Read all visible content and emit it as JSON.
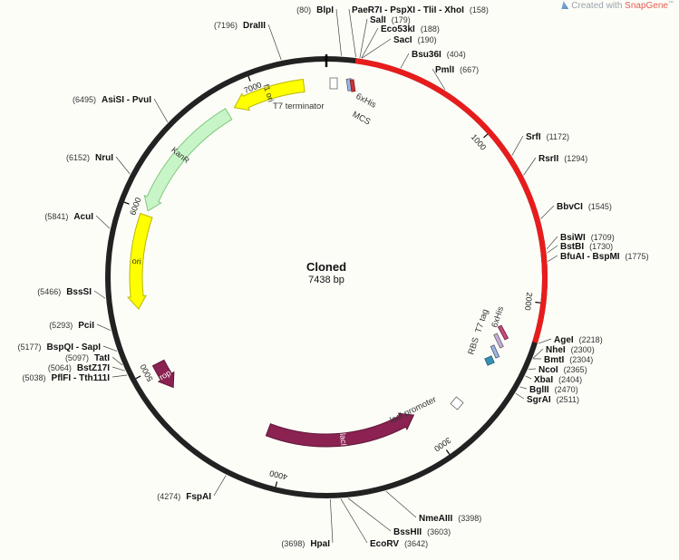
{
  "watermark": {
    "prefix": "Created with",
    "brand": "SnapGene",
    "tm": "™"
  },
  "map": {
    "name": "Cloned",
    "length_label": "7438 bp",
    "length": 7438,
    "insert": {
      "start": 158,
      "end": 2218
    },
    "colors": {
      "backbone": "#222222",
      "insert": "#e81c1c",
      "label": "#111111",
      "number": "#333333",
      "tick_label": "#222222",
      "leader": "#444444"
    },
    "ruler": [
      {
        "pos": 1000,
        "label": "1000"
      },
      {
        "pos": 2000,
        "label": "2000"
      },
      {
        "pos": 3000,
        "label": "3000"
      },
      {
        "pos": 4000,
        "label": "4000"
      },
      {
        "pos": 5000,
        "label": "5000"
      },
      {
        "pos": 6000,
        "label": "6000"
      },
      {
        "pos": 7000,
        "label": "7000"
      }
    ],
    "sites": [
      {
        "name": "BlpI",
        "pos": 80,
        "num": "(80)"
      },
      {
        "name": "PaeR7I - PspXI - TliI - XhoI",
        "pos": 158,
        "num": "(158)"
      },
      {
        "name": "SalI",
        "pos": 179,
        "num": "(179)"
      },
      {
        "name": "Eco53kI",
        "pos": 188,
        "num": "(188)"
      },
      {
        "name": "SacI",
        "pos": 190,
        "num": "(190)"
      },
      {
        "name": "Bsu36I",
        "pos": 404,
        "num": "(404)"
      },
      {
        "name": "PmlI",
        "pos": 667,
        "num": "(667)"
      },
      {
        "name": "SrfI",
        "pos": 1172,
        "num": "(1172)"
      },
      {
        "name": "RsrII",
        "pos": 1294,
        "num": "(1294)"
      },
      {
        "name": "BbvCI",
        "pos": 1545,
        "num": "(1545)"
      },
      {
        "name": "BsiWI",
        "pos": 1709,
        "num": "(1709)"
      },
      {
        "name": "BstBI",
        "pos": 1730,
        "num": "(1730)"
      },
      {
        "name": "BfuAI - BspMI",
        "pos": 1775,
        "num": "(1775)"
      },
      {
        "name": "AgeI",
        "pos": 2218,
        "num": "(2218)"
      },
      {
        "name": "NheI",
        "pos": 2300,
        "num": "(2300)"
      },
      {
        "name": "BmtI",
        "pos": 2304,
        "num": "(2304)"
      },
      {
        "name": "NcoI",
        "pos": 2365,
        "num": "(2365)"
      },
      {
        "name": "XbaI",
        "pos": 2404,
        "num": "(2404)"
      },
      {
        "name": "BglII",
        "pos": 2470,
        "num": "(2470)"
      },
      {
        "name": "SgrAI",
        "pos": 2511,
        "num": "(2511)"
      },
      {
        "name": "NmeAIII",
        "pos": 3398,
        "num": "(3398)"
      },
      {
        "name": "BssHII",
        "pos": 3603,
        "num": "(3603)"
      },
      {
        "name": "EcoRV",
        "pos": 3642,
        "num": "(3642)"
      },
      {
        "name": "HpaI",
        "pos": 3698,
        "num": "(3698)"
      },
      {
        "name": "FspAI",
        "pos": 4274,
        "num": "(4274)"
      },
      {
        "name": "PflFI - Tth111I",
        "pos": 5038,
        "num": "(5038)"
      },
      {
        "name": "BstZ17I",
        "pos": 5064,
        "num": "(5064)"
      },
      {
        "name": "TatI",
        "pos": 5097,
        "num": "(5097)"
      },
      {
        "name": "BspQI - SapI",
        "pos": 5177,
        "num": "(5177)"
      },
      {
        "name": "PciI",
        "pos": 5293,
        "num": "(5293)"
      },
      {
        "name": "BssSI",
        "pos": 5466,
        "num": "(5466)"
      },
      {
        "name": "AcuI",
        "pos": 5841,
        "num": "(5841)"
      },
      {
        "name": "NruI",
        "pos": 6152,
        "num": "(6152)"
      },
      {
        "name": "AsiSI - PvuI",
        "pos": 6495,
        "num": "(6495)"
      },
      {
        "name": "DraIII",
        "pos": 7196,
        "num": "(7196)"
      }
    ],
    "features": [
      {
        "name": "f1 ori",
        "start": 6850,
        "end": 7300,
        "strand": -1,
        "color": "#ffff00",
        "stroke": "#b8b800",
        "text_color": "#333333"
      },
      {
        "name": "KanR",
        "start": 6000,
        "end": 6800,
        "strand": -1,
        "color": "#c8f5c8",
        "stroke": "#7ec87e",
        "text_color": "#333333"
      },
      {
        "name": "ori",
        "start": 5380,
        "end": 5970,
        "strand": -1,
        "color": "#ffff00",
        "stroke": "#b8b800",
        "text_color": "#333333"
      },
      {
        "name": "rop",
        "start": 4840,
        "end": 5020,
        "strand": -1,
        "color": "#8b2252",
        "stroke": "#5e1736",
        "text_color": "#ffffff"
      },
      {
        "name": "lacI",
        "start": 3050,
        "end": 4150,
        "strand": -1,
        "color": "#8b2252",
        "stroke": "#5e1736",
        "text_color": "#ffffff"
      }
    ],
    "outer_labels": [
      {
        "text": "T7 terminator"
      },
      {
        "text": "6xHis"
      },
      {
        "text": "MCS"
      },
      {
        "text": "T7 tag"
      },
      {
        "text": "6xHis"
      },
      {
        "text": "RBS"
      },
      {
        "text": "lacI promoter"
      }
    ]
  }
}
